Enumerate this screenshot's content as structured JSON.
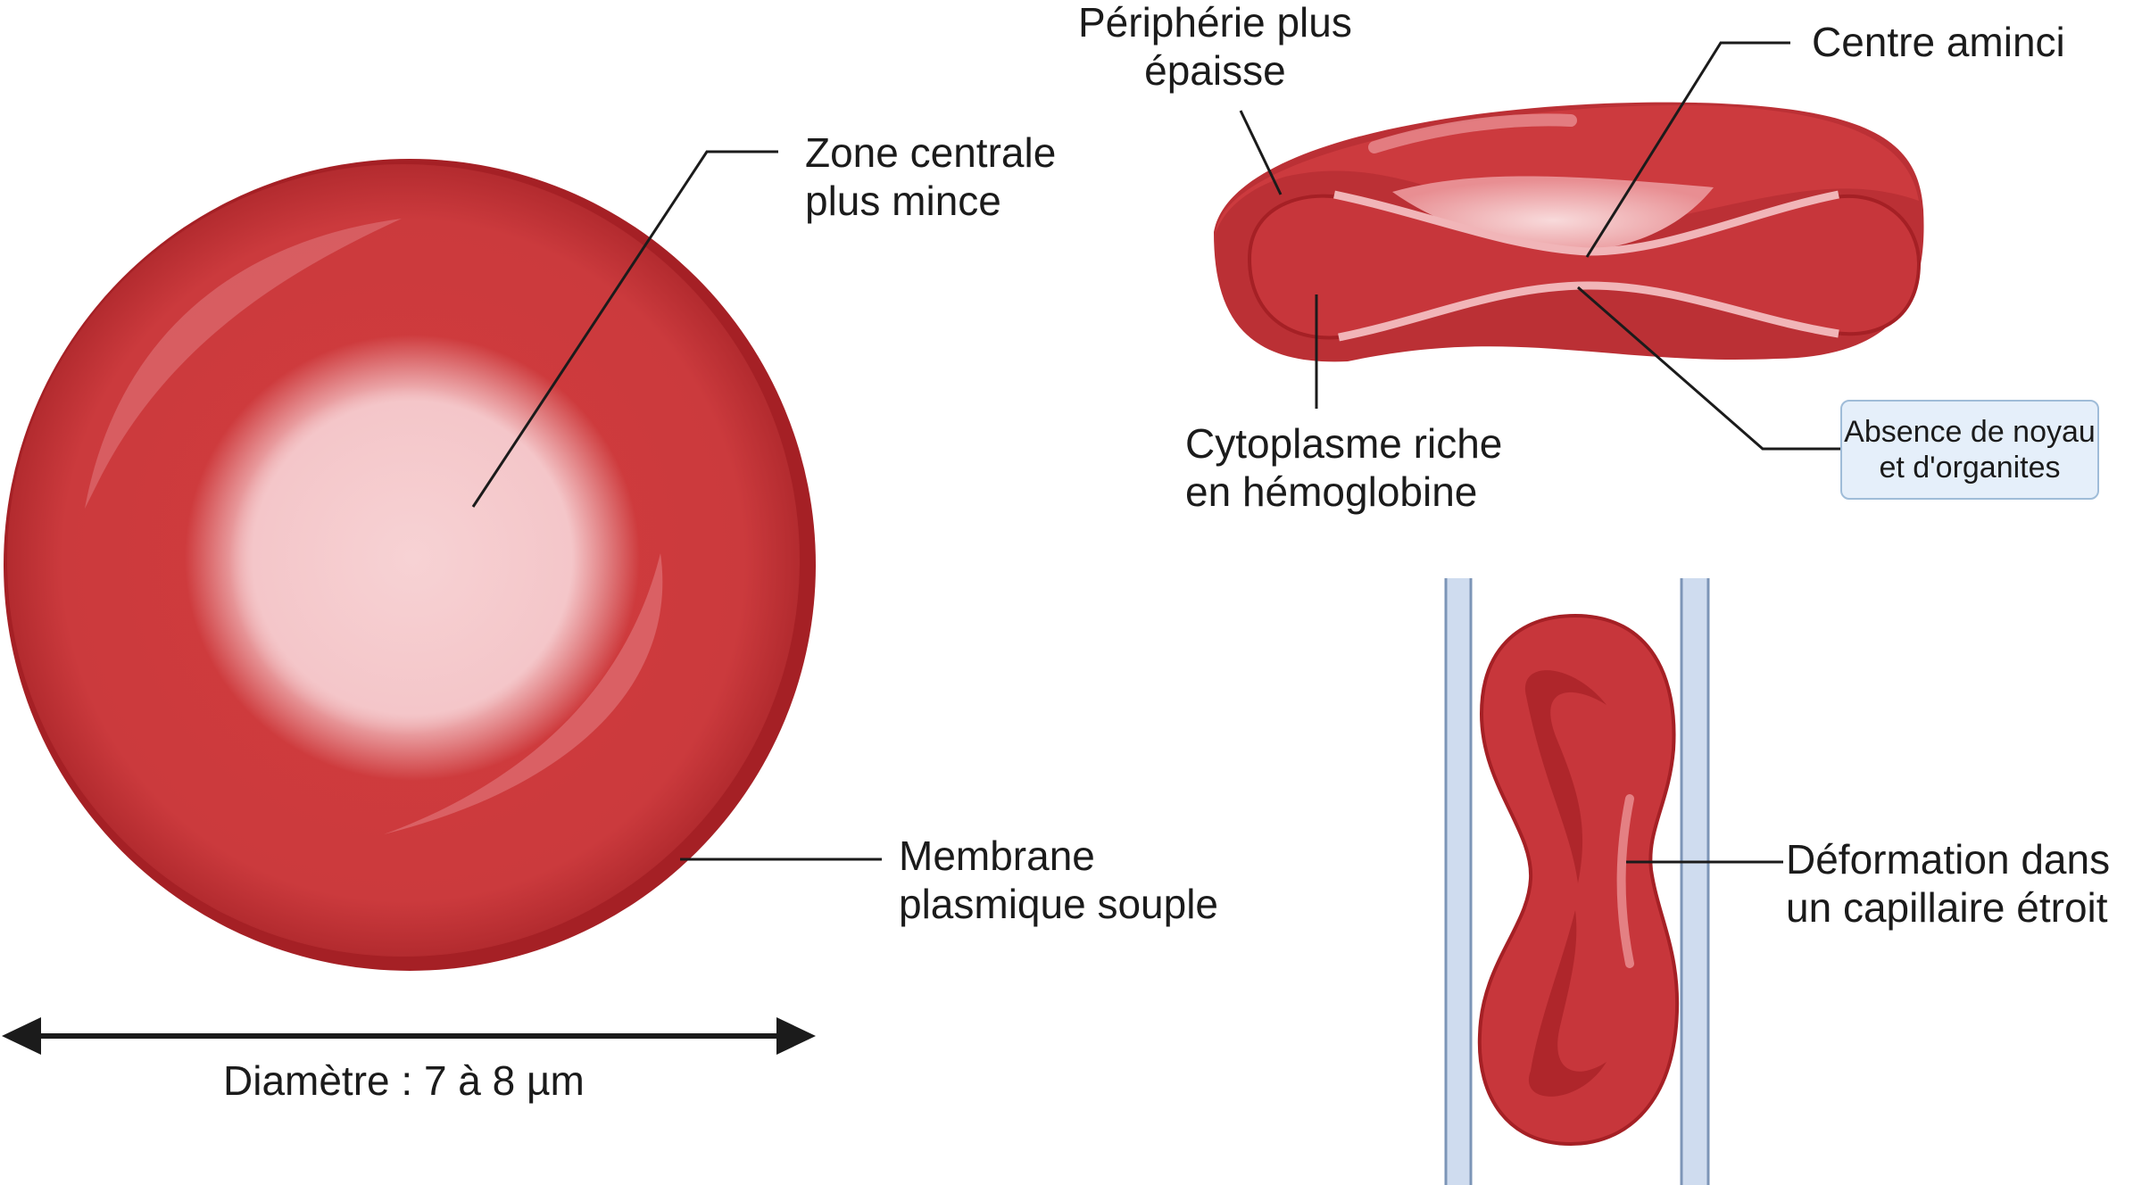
{
  "labels": {
    "zone_centrale": [
      "Zone centrale",
      "plus mince"
    ],
    "membrane": [
      "Membrane",
      "plasmique souple"
    ],
    "diametre": "Diamètre : 7 à 8 µm",
    "peripherie": [
      "Périphérie plus",
      "épaisse"
    ],
    "centre_aminci": "Centre aminci",
    "cytoplasme": [
      "Cytoplasme riche",
      "en hémoglobine"
    ],
    "absence": [
      "Absence de noyau",
      "et d'organites"
    ],
    "deformation": [
      "Déformation dans",
      "un capillaire étroit"
    ]
  },
  "colors": {
    "cell_red": "#cf3b3d",
    "cell_dark": "#a52025",
    "center_pale": "#f7d2d4",
    "capillary": "#cfdcef",
    "capillary_edge": "#7c95b7",
    "box_fill": "#e5effa",
    "box_border": "#9fbcd8"
  }
}
